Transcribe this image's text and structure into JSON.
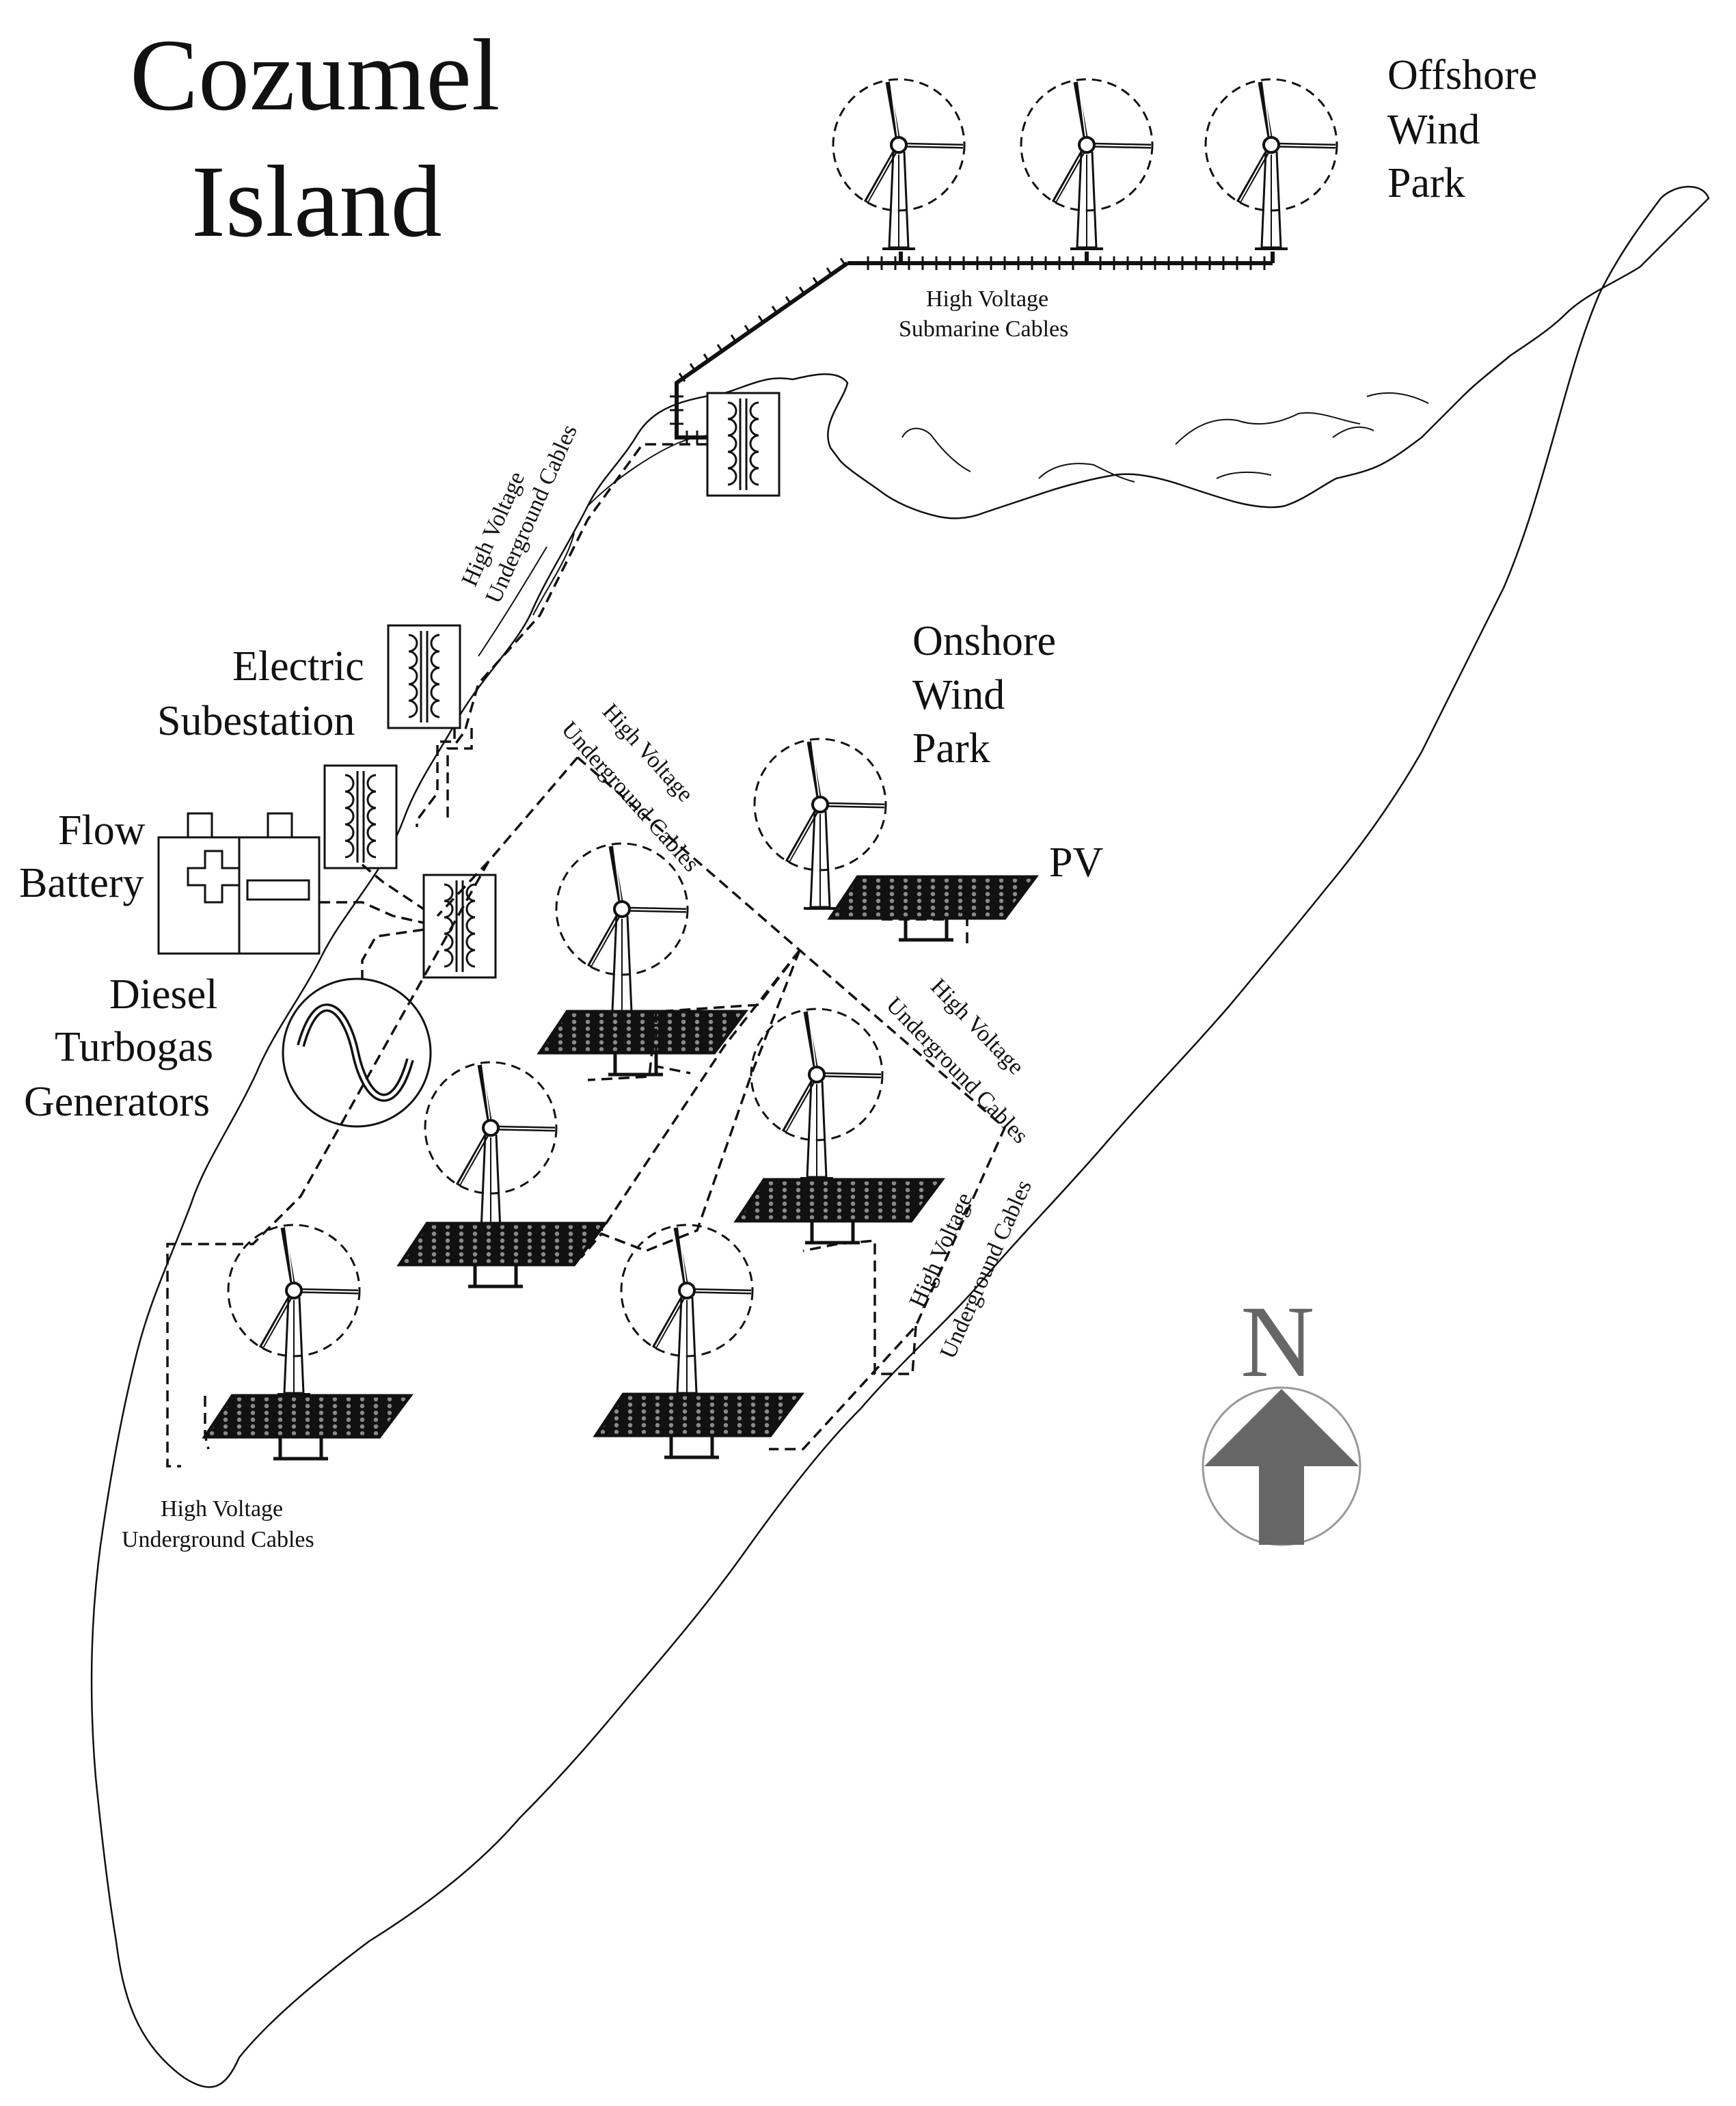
{
  "title": {
    "line1": "Cozumel",
    "line2": "Island"
  },
  "labels": {
    "offshore": [
      "Offshore",
      "Wind",
      "Park"
    ],
    "onshore": [
      "Onshore",
      "Wind",
      "Park"
    ],
    "pv": "PV",
    "substation": [
      "Electric",
      "Subestation"
    ],
    "battery": [
      "Flow",
      "Battery"
    ],
    "diesel": [
      "Diesel",
      "Turbogas",
      "Generators"
    ],
    "submarine_cables": [
      "High Voltage",
      "Submarine Cables"
    ],
    "underground_cables": [
      "High Voltage",
      "Underground Cables"
    ]
  },
  "north": "N",
  "colors": {
    "line": "#111111",
    "arrow": "#666666",
    "background": "#ffffff"
  },
  "icons": [
    "wind-turbine-icon",
    "solar-panel-icon",
    "transformer-icon",
    "battery-icon",
    "ac-generator-icon",
    "north-arrow-icon"
  ]
}
